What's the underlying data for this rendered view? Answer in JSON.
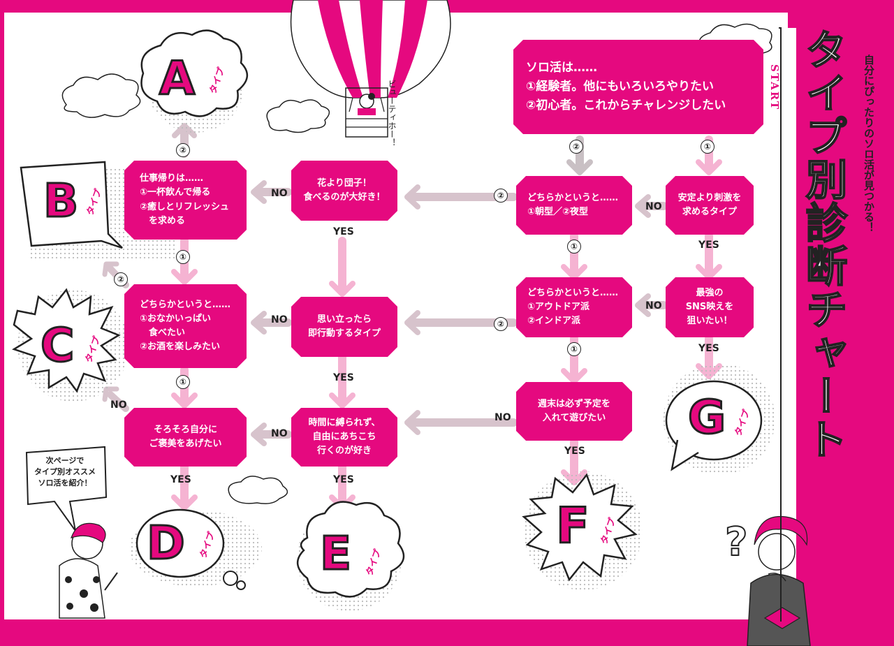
{
  "title": "タイプ別診断チャート",
  "subtitle": "自分にぴったりのソロ活が見つかる！",
  "start_label": "START",
  "balloon_caption": "ビューティホー！",
  "note_lines": [
    "次ページで",
    "タイプ別オススメ",
    "ソロ活を紹介！"
  ],
  "type_word": "タイプ",
  "colors": {
    "accent": "#e5097f",
    "arrow": "#f5b3d2",
    "gray_arrow": "#d7c3cc",
    "ink": "#222222"
  },
  "labels": {
    "yes": "YES",
    "no": "NO",
    "one": "①",
    "two": "②"
  },
  "boxes": {
    "start": [
      "ソロ活は……",
      "①経験者。他にもいろいろやりたい",
      "②初心者。これからチャレンジしたい"
    ],
    "stimulus": [
      "安定より刺激を",
      "求めるタイプ"
    ],
    "morning": [
      "どちらかというと……",
      "①朝型／②夜型"
    ],
    "sns": [
      "最強の",
      "SNS映えを",
      "狙いたい！"
    ],
    "outdoor": [
      "どちらかというと……",
      "①アウトドア派",
      "②インドア派"
    ],
    "weekend": [
      "週末は必ず予定を",
      "入れて遊びたい"
    ],
    "dango": [
      "花より団子！",
      "食べるのが大好き！"
    ],
    "impulse": [
      "思い立ったら",
      "即行動するタイプ"
    ],
    "free": [
      "時間に縛られず、",
      "自由にあちこち",
      "行くのが好き"
    ],
    "afterwork": [
      "仕事帰りは……",
      "①一杯飲んで帰る",
      "②癒しとリフレッシュ",
      "　を求める"
    ],
    "hungry": [
      "どちらかというと……",
      "①おなかいっぱい",
      "　食べたい",
      "②お酒を楽しみたい"
    ],
    "reward": [
      "そろそろ自分に",
      "ご褒美をあげたい"
    ]
  },
  "types": [
    "A",
    "B",
    "C",
    "D",
    "E",
    "F",
    "G"
  ]
}
